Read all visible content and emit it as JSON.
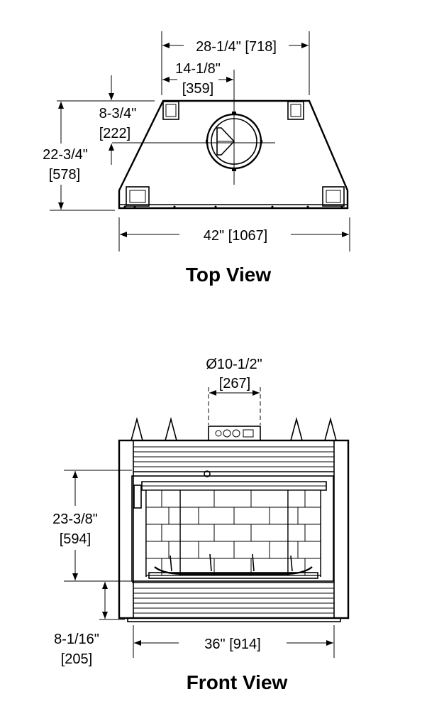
{
  "top_view": {
    "title": "Top View",
    "dim_width_top": "28-1/4\" [718]",
    "dim_center_in": "14-1/8\"",
    "dim_center_mm": "[359]",
    "dim_offset_in": "8-3/4\"",
    "dim_offset_mm": "[222]",
    "dim_depth_in": "22-3/4\"",
    "dim_depth_mm": "[578]",
    "dim_width_front": "42\" [1067]"
  },
  "front_view": {
    "title": "Front View",
    "dim_flue_in": "Ø10-1/2\"",
    "dim_flue_mm": "[267]",
    "dim_height_in": "23-3/8\"",
    "dim_height_mm": "[594]",
    "dim_base_in": "8-1/16\"",
    "dim_base_mm": "[205]",
    "dim_opening": "36\" [914]"
  }
}
